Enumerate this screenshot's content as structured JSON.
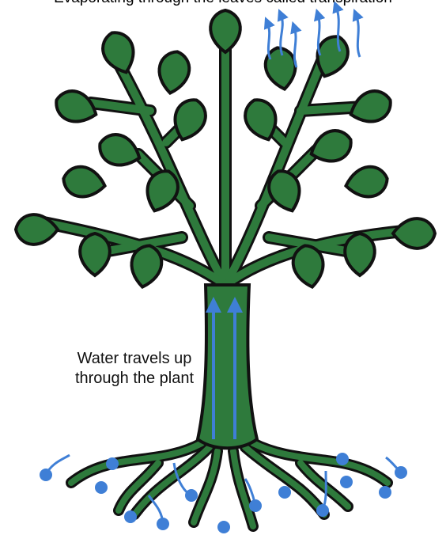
{
  "top_caption": "Evaporating through the leaves called transpiration",
  "label": {
    "line1": "Water travels up",
    "line2": "through the plant"
  },
  "colors": {
    "leaf": "#2e7a3c",
    "outline": "#111111",
    "water": "#3f7fd6"
  }
}
